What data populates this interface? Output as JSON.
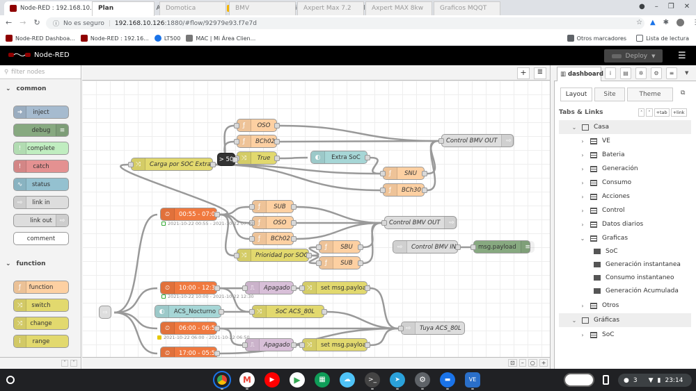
{
  "browser": {
    "tabs": [
      {
        "title": "Node-RED : 192.168.10.126",
        "fav": "#8f0000",
        "active": true
      },
      {
        "title": "MAC | Mi Área Cliente",
        "fav": "#555"
      },
      {
        "title": "Tutorial Monitorización Voltronic",
        "fav": "#f4b400"
      },
      {
        "title": "Usar dos inversores con bateria",
        "fav": "#f4b400"
      }
    ],
    "security": "No es seguro",
    "url_host": "192.168.10.126",
    "url_path": ":1880/#flow/92979e93.f7e7d",
    "bookmarks": [
      "Node-RED Dashboa...",
      "Node-RED : 192.16...",
      "LT500",
      "MAC | Mi Área Clien..."
    ],
    "other_bookmarks": "Otros marcadores",
    "reading_list": "Lista de lectura"
  },
  "header": {
    "title": "Node-RED",
    "deploy": "Deploy"
  },
  "palette": {
    "filter_placeholder": "filter nodes",
    "categories": [
      "common",
      "function"
    ],
    "common": [
      {
        "label": "inject",
        "color": "#a6bbcf",
        "icon": "➜"
      },
      {
        "label": "debug",
        "color": "#87a980",
        "icon": "≡"
      },
      {
        "label": "complete",
        "color": "#c0edc0",
        "icon": "!"
      },
      {
        "label": "catch",
        "color": "#e49191",
        "icon": "!"
      },
      {
        "label": "status",
        "color": "#94c1d0",
        "icon": "∿"
      },
      {
        "label": "link in",
        "color": "#dddddd",
        "icon": "⇨"
      },
      {
        "label": "link out",
        "color": "#dddddd",
        "icon": "⇨"
      },
      {
        "label": "comment",
        "color": "#ffffff",
        "icon": "○"
      }
    ],
    "function": [
      {
        "label": "function",
        "color": "#fdd0a2",
        "icon": "ƒ"
      },
      {
        "label": "switch",
        "color": "#e2d96e",
        "icon": "⤨"
      },
      {
        "label": "change",
        "color": "#e2d96e",
        "icon": "⤨"
      },
      {
        "label": "range",
        "color": "#e2d96e",
        "icon": "i"
      }
    ]
  },
  "workspace": {
    "tabs": [
      "Plan",
      "Domotica",
      "BMV",
      "Axpert Max 7.2",
      "Axpert MAX 8kw",
      "Graficos MQQT"
    ]
  },
  "flow": {
    "nodes": [
      {
        "id": "oso1",
        "label": "OSO",
        "type": "function"
      },
      {
        "id": "bch1",
        "label": "BCh02",
        "type": "function"
      },
      {
        "id": "true",
        "label": "True",
        "type": "switch"
      },
      {
        "id": "carga",
        "label": "Carga por SOC Extra",
        "type": "switch"
      },
      {
        "id": "gt50",
        "label": "> 50",
        "type": "dark"
      },
      {
        "id": "extra",
        "label": "Extra SoC",
        "type": "ui"
      },
      {
        "id": "snu",
        "label": "SNU",
        "type": "function"
      },
      {
        "id": "bch30",
        "label": "BCh30",
        "type": "function"
      },
      {
        "id": "cbmvout1",
        "label": "Control BMV OUT",
        "type": "link"
      },
      {
        "id": "t1",
        "label": "00:55 - 07:02",
        "type": "timer"
      },
      {
        "id": "sub1",
        "label": "SUB",
        "type": "function"
      },
      {
        "id": "oso2",
        "label": "OSO",
        "type": "function"
      },
      {
        "id": "bch2",
        "label": "BCh02",
        "type": "function"
      },
      {
        "id": "cbmvout2",
        "label": "Control BMV OUT",
        "type": "link"
      },
      {
        "id": "prio",
        "label": "Prioridad por SOC",
        "type": "switch"
      },
      {
        "id": "sbu",
        "label": "SBU",
        "type": "function"
      },
      {
        "id": "sub2",
        "label": "SUB",
        "type": "function"
      },
      {
        "id": "cbmvin",
        "label": "Control BMV IN",
        "type": "link"
      },
      {
        "id": "payload",
        "label": "msg.payload",
        "type": "debug"
      },
      {
        "id": "t2",
        "label": "10:00 - 12:30",
        "type": "timer"
      },
      {
        "id": "apag1",
        "label": "Apagado",
        "type": "template"
      },
      {
        "id": "set1",
        "label": "set msg.payload",
        "type": "switch"
      },
      {
        "id": "acsn",
        "label": "ACS_Nocturno",
        "type": "ui"
      },
      {
        "id": "socacs",
        "label": "SoC ACS_80L",
        "type": "switch"
      },
      {
        "id": "t3",
        "label": "06:00 - 06:50",
        "type": "timer"
      },
      {
        "id": "tuya",
        "label": "Tuya ACS_80L",
        "type": "link"
      },
      {
        "id": "apag2",
        "label": "Apagado",
        "type": "template"
      },
      {
        "id": "set2",
        "label": "set msg.payload",
        "type": "switch"
      },
      {
        "id": "t4",
        "label": "17:00 - 05:50",
        "type": "timer"
      }
    ],
    "status": [
      "2021-10-22 00:55 - 2021-10-22 07:02",
      "2021-10-22 10:00 - 2021-10-22 12:30",
      "2021-10-22 06:00 - 2021-10-22 06:50"
    ]
  },
  "sidebar": {
    "tab": "dashboard",
    "subtabs": [
      "Layout",
      "Site",
      "Theme"
    ],
    "section": "Tabs & Links",
    "tab_btn": "+tab",
    "link_btn": "+link",
    "tree": [
      {
        "label": "Casa",
        "level": 1,
        "group": true,
        "open": true
      },
      {
        "label": "VE",
        "level": 2
      },
      {
        "label": "Bateria",
        "level": 2
      },
      {
        "label": "Generación",
        "level": 2
      },
      {
        "label": "Consumo",
        "level": 2
      },
      {
        "label": "Acciones",
        "level": 2
      },
      {
        "label": "Control",
        "level": 2
      },
      {
        "label": "Datos diarios",
        "level": 2
      },
      {
        "label": "Graficas",
        "level": 2,
        "open": true
      },
      {
        "label": "SoC",
        "level": 3
      },
      {
        "label": "Generación instantanea",
        "level": 3
      },
      {
        "label": "Consumo instantaneo",
        "level": 3
      },
      {
        "label": "Generación Acumulada",
        "level": 3
      },
      {
        "label": "Otros",
        "level": 2
      },
      {
        "label": "Gráficas",
        "level": 1,
        "group": true,
        "open": true
      },
      {
        "label": "SoC",
        "level": 2
      }
    ]
  },
  "taskbar": {
    "time": "23:14",
    "notif": "3"
  },
  "colors": {
    "function": "#fdd0a2",
    "switch": "#e2d96e",
    "ui": "#a6d6d6",
    "link": "#dddddd",
    "timer": "#f0793f",
    "template": "#d8bfd8",
    "debug": "#87a980",
    "dark": "#333333"
  }
}
